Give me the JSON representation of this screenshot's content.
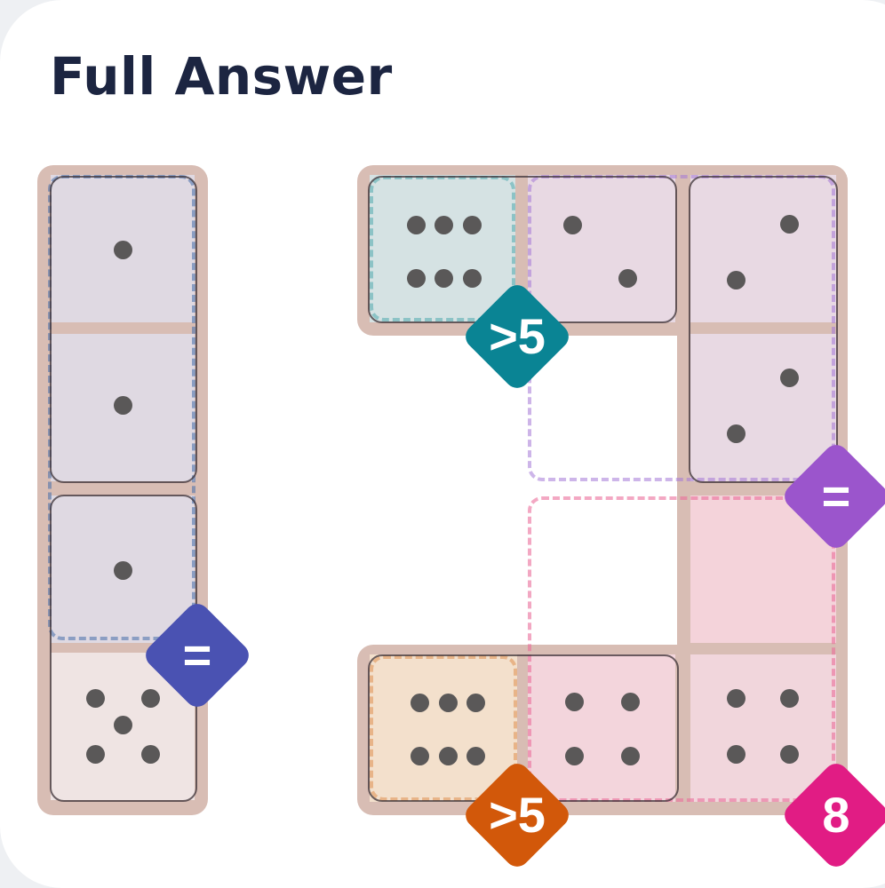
{
  "title": "Full Answer",
  "colors": {
    "board": "#d8bdb4",
    "pip": "#5a5858",
    "teal": "#0a8494",
    "indigo": "#4a52b2",
    "purple": "#9b55cc",
    "orange": "#d2580a",
    "magenta": "#e11c84"
  },
  "puzzle": {
    "constraints": [
      {
        "id": "left-equal",
        "color": "indigo",
        "label": "="
      },
      {
        "id": "top-sum",
        "color": "teal",
        "label": ">5"
      },
      {
        "id": "right-equal",
        "color": "purple",
        "label": "="
      },
      {
        "id": "bottom-sum",
        "color": "orange",
        "label": ">5"
      },
      {
        "id": "corner-sum",
        "color": "magenta",
        "label": "8"
      }
    ],
    "dominoes": [
      {
        "id": "left-top",
        "pips": [
          1,
          1
        ]
      },
      {
        "id": "left-bottom",
        "pips": [
          1,
          5
        ]
      },
      {
        "id": "top",
        "pips": [
          6,
          2
        ]
      },
      {
        "id": "right-top",
        "pips": [
          2,
          2
        ]
      },
      {
        "id": "right-bottom",
        "pips": [
          0,
          4
        ]
      },
      {
        "id": "bottom",
        "pips": [
          6,
          4
        ]
      }
    ]
  }
}
